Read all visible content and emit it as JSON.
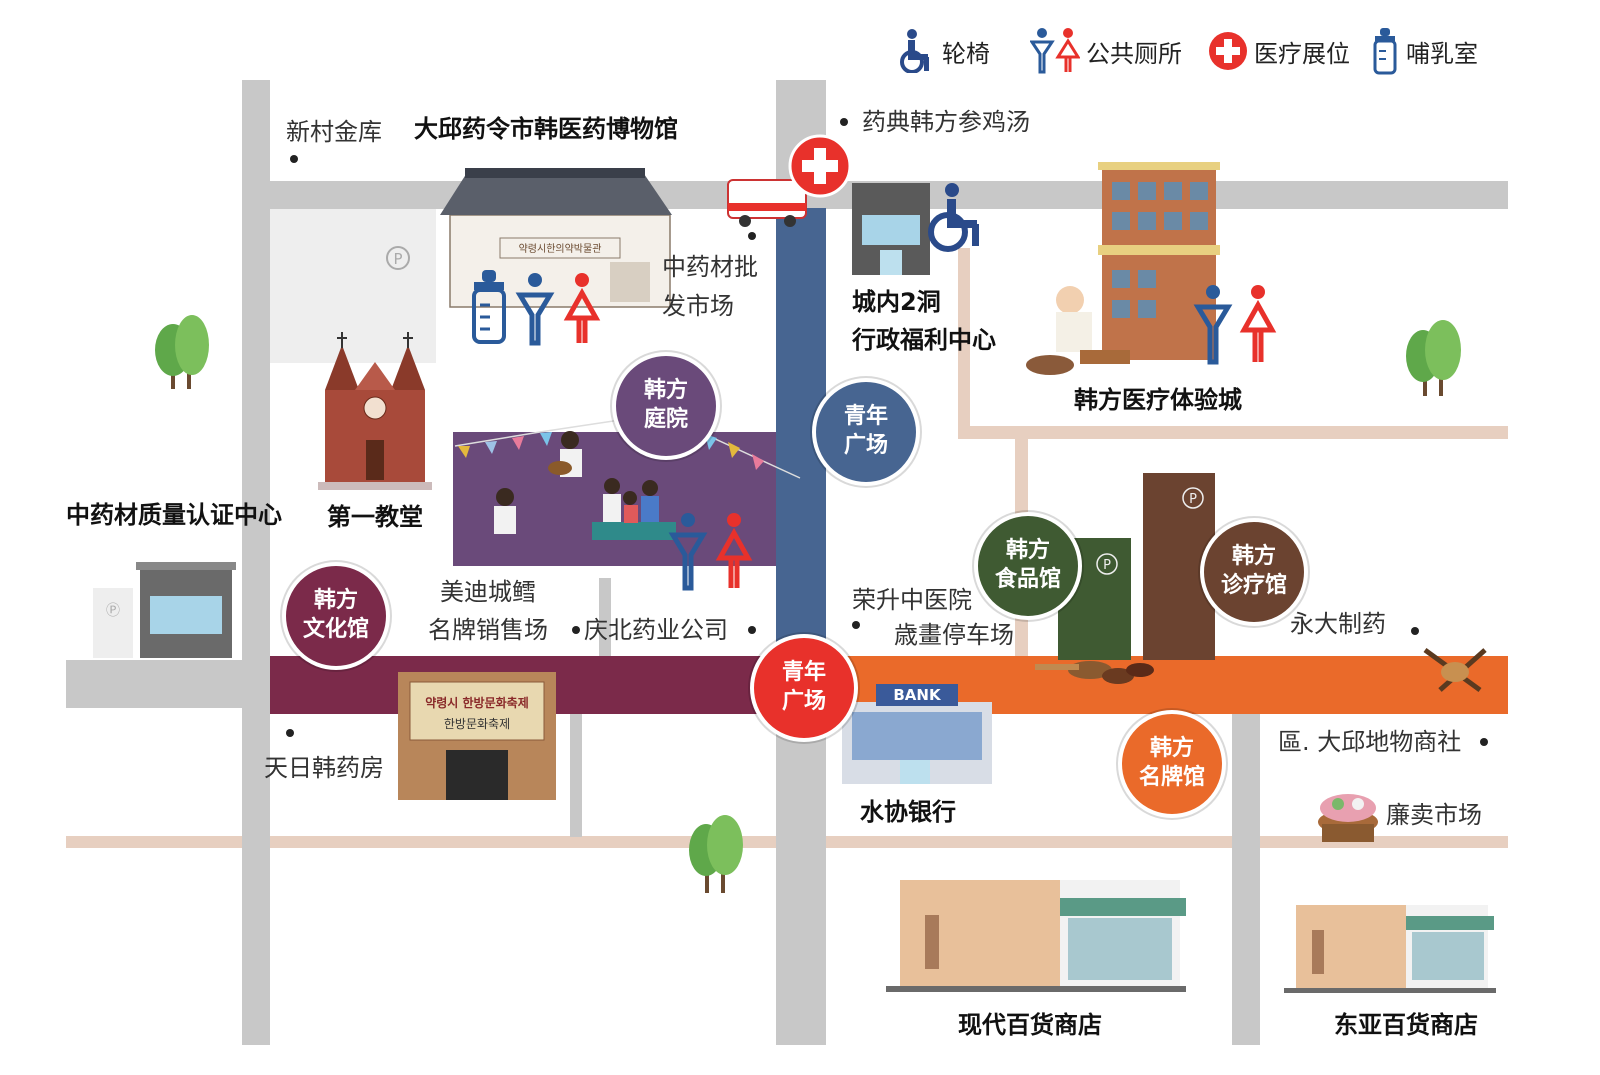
{
  "legend": [
    {
      "icon": "wheelchair-icon",
      "label": "轮椅"
    },
    {
      "icon": "restroom-icon",
      "label": "公共厕所"
    },
    {
      "icon": "medical-cross-icon",
      "label": "医疗展位"
    },
    {
      "icon": "baby-bottle-icon",
      "label": "哺乳室"
    }
  ],
  "colors": {
    "road": "#c8c8c8",
    "road_blue": "#476591",
    "road_maroon": "#7b2a4a",
    "road_orange": "#ea6a2a",
    "path_beige": "#e7cfc0",
    "plaza_purple": "#6a4a7a",
    "brown": "#6b4330",
    "green": "#3f5a32",
    "medical_red": "#e8312b"
  },
  "places": {
    "sinchon_vault": "新村金库",
    "museum": "大邱药令市韩医药博物馆",
    "samgyetang": "药典韩方参鸡汤",
    "herb_wholesale_1": "中药材批",
    "herb_wholesale_2": "发市场",
    "welfare_center_1": "城内2洞",
    "welfare_center_2": "行政福利中心",
    "medical_experience": "韩方医疗体验城",
    "quality_center": "中药材质量认证中心",
    "first_church": "第一教堂",
    "medici_1": "美迪城鳕",
    "medici_2": "名牌销售场",
    "gyeongbuk_pharma": "庆北药业公司",
    "rongsheng": "荣升中医院",
    "parking_lot": "歳畫停车场",
    "yongdae": "永大制药",
    "cheonil": "天日韩药房",
    "daegu_material": "區. 大邱地物商社",
    "nonghyup": "水协银行",
    "bank_sign": "BANK",
    "yeommae_market": "廉卖市场",
    "hyundai": "现代百货商店",
    "donga": "东亚百货商店",
    "museum_sign": "약령시한의약박물관",
    "festival_1": "약령시 한방문화축제",
    "festival_2": "한방문화축제"
  },
  "bubbles": {
    "hanbang_garden": [
      "韩方",
      "庭院"
    ],
    "youth_plaza_blue": [
      "青年",
      "广场"
    ],
    "youth_plaza_red": [
      "青年",
      "广场"
    ],
    "hanbang_culture": [
      "韩方",
      "文化馆"
    ],
    "hanbang_food": [
      "韩方",
      "食品馆"
    ],
    "hanbang_clinic": [
      "韩方",
      "诊疗馆"
    ],
    "hanbang_brand": [
      "韩方",
      "名牌馆"
    ]
  },
  "parking_symbol": "P"
}
